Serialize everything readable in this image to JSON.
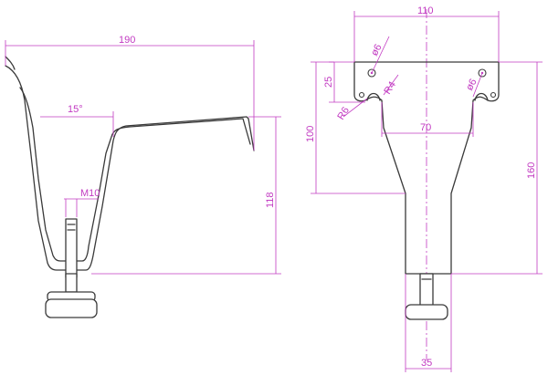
{
  "colors": {
    "outline": "#3a3a3a",
    "dimension": "#c23bc2",
    "background": "#ffffff"
  },
  "side_view": {
    "width_label": "190",
    "angle_label": "15°",
    "thread_label": "M10",
    "height_label": "118"
  },
  "front_view": {
    "top_width_label": "110",
    "hole_diameter_label": "ø6",
    "hole_diameter_label_2": "ø6",
    "radius_label_1": "R4",
    "radius_label_2": "R6",
    "plate_height_label": "25",
    "neck_width_label": "70",
    "body_height_label": "100",
    "total_height_label": "160",
    "base_width_label": "35"
  }
}
